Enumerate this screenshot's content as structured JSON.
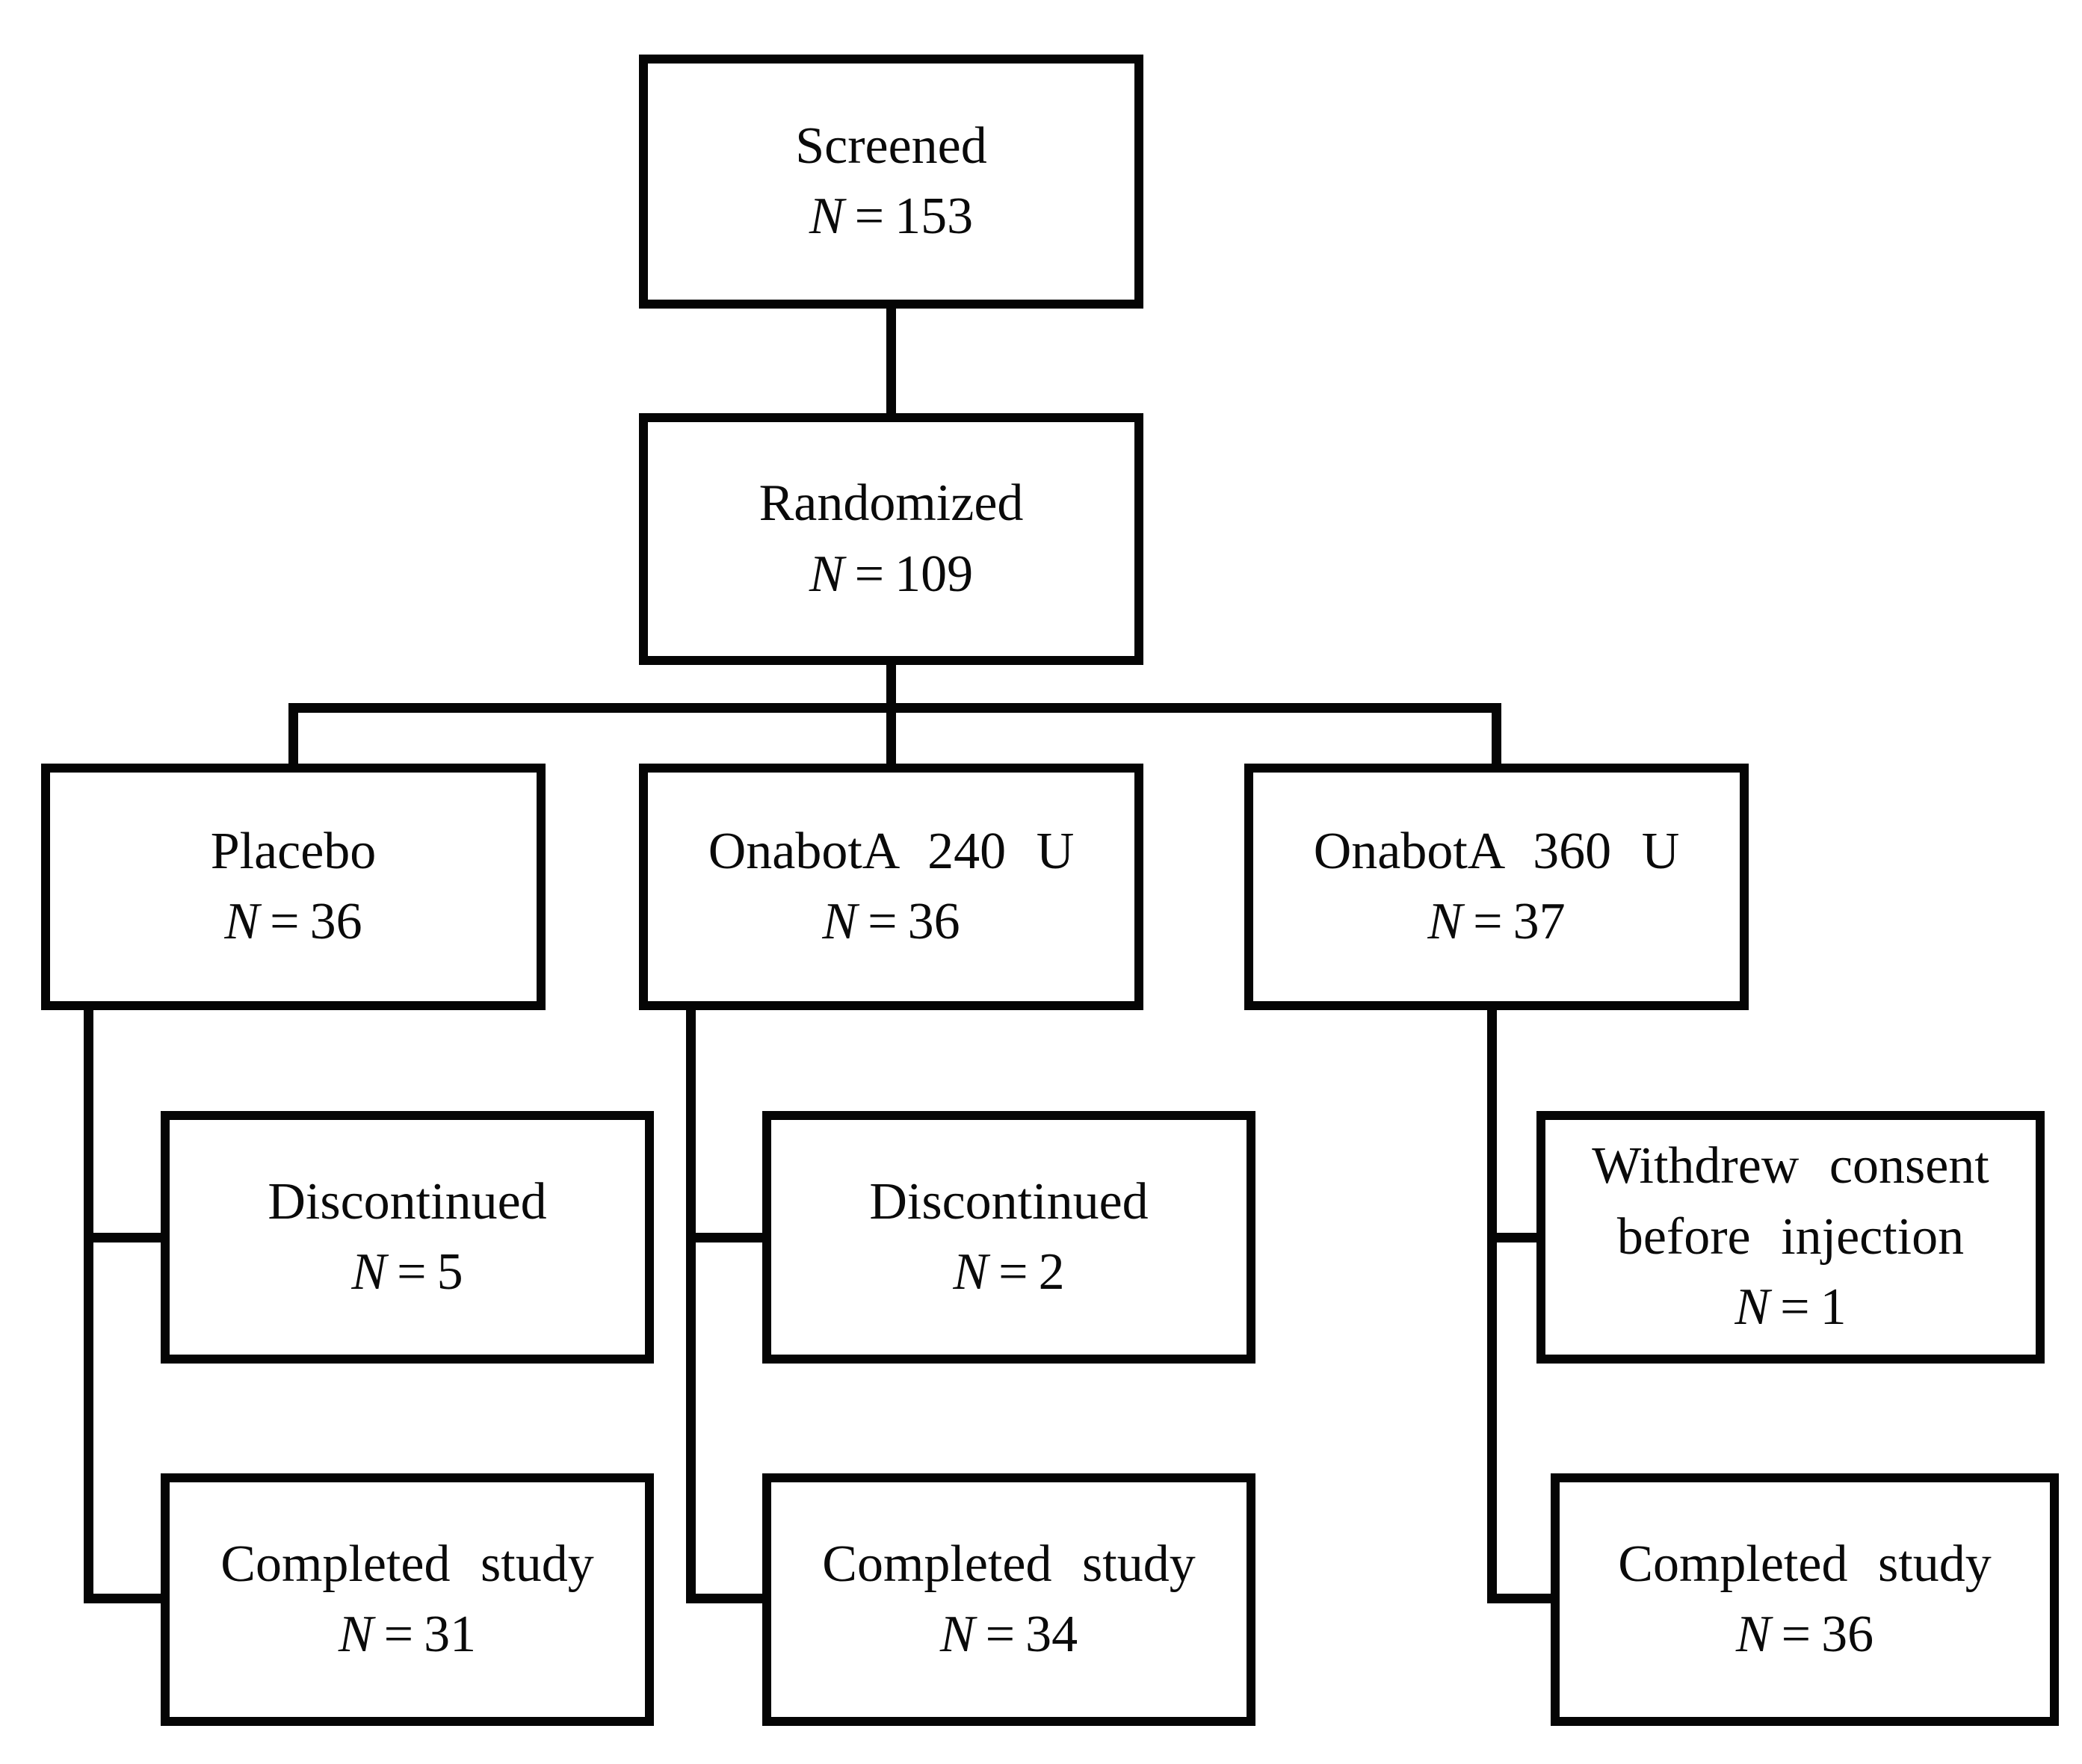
{
  "meta": {
    "n_symbol": "N",
    "equals": "=",
    "background_color": "#ffffff",
    "line_color": "#050505"
  },
  "nodes": {
    "screened": {
      "label": "Screened",
      "count": 153
    },
    "randomized": {
      "label": "Randomized",
      "count": 109
    },
    "placebo": {
      "label": "Placebo",
      "count": 36
    },
    "onabota240": {
      "label": "OnabotA 240 U",
      "count": 36
    },
    "onabota360": {
      "label": "OnabotA 360 U",
      "count": 37
    },
    "placebo_discontinued": {
      "label": "Discontinued",
      "count": 5
    },
    "placebo_completed": {
      "label": "Completed study",
      "count": 31
    },
    "onabota240_discontinued": {
      "label": "Discontinued",
      "count": 2
    },
    "onabota240_completed": {
      "label": "Completed study",
      "count": 34
    },
    "onabota360_withdrew": {
      "label": "Withdrew consent before injection",
      "count": 1
    },
    "onabota360_completed": {
      "label": "Completed study",
      "count": 36
    }
  },
  "edges": [
    {
      "from": "screened",
      "to": "randomized"
    },
    {
      "from": "randomized",
      "to": "placebo"
    },
    {
      "from": "randomized",
      "to": "onabota240"
    },
    {
      "from": "randomized",
      "to": "onabota360"
    },
    {
      "from": "placebo",
      "to": "placebo_discontinued"
    },
    {
      "from": "placebo",
      "to": "placebo_completed"
    },
    {
      "from": "onabota240",
      "to": "onabota240_discontinued"
    },
    {
      "from": "onabota240",
      "to": "onabota240_completed"
    },
    {
      "from": "onabota360",
      "to": "onabota360_withdrew"
    },
    {
      "from": "onabota360",
      "to": "onabota360_completed"
    }
  ]
}
